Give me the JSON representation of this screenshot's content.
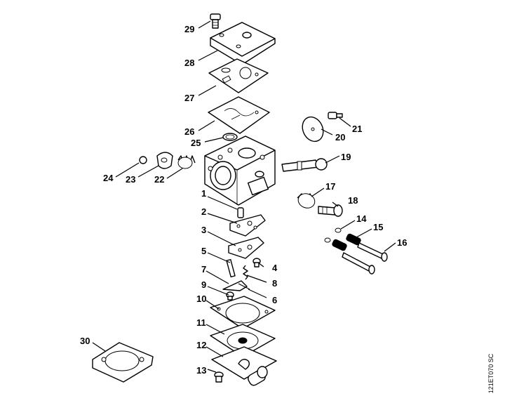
{
  "diagram": {
    "callouts": {
      "c1": "1",
      "c2": "2",
      "c3": "3",
      "c4": "4",
      "c5": "5",
      "c6": "6",
      "c7": "7",
      "c8": "8",
      "c9": "9",
      "c10": "10",
      "c11": "11",
      "c12": "12",
      "c13": "13",
      "c14": "14",
      "c15": "15",
      "c16": "16",
      "c17": "17",
      "c18": "18",
      "c19": "19",
      "c20": "20",
      "c21": "21",
      "c22": "22",
      "c23": "23",
      "c24": "24",
      "c25": "25",
      "c26": "26",
      "c27": "27",
      "c28": "28",
      "c29": "29",
      "c30": "30"
    },
    "reference_code": "121ET070 SC"
  }
}
